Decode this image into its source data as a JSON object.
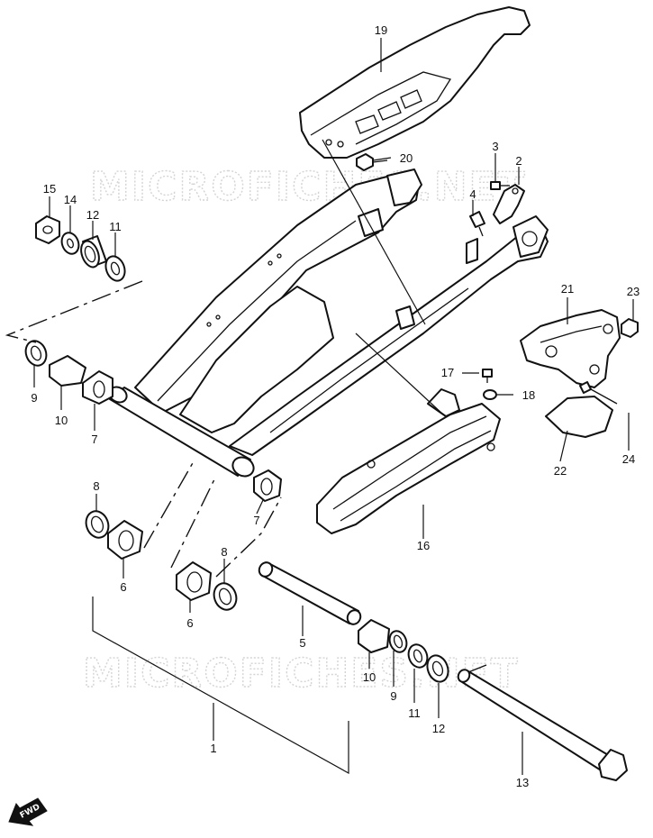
{
  "watermark": "MICROFICHES.NET",
  "fwd_label": "FWD",
  "callouts": [
    {
      "id": "c1",
      "label": "1"
    },
    {
      "id": "c2",
      "label": "2"
    },
    {
      "id": "c3",
      "label": "3"
    },
    {
      "id": "c4",
      "label": "4"
    },
    {
      "id": "c5",
      "label": "5"
    },
    {
      "id": "c6a",
      "label": "6"
    },
    {
      "id": "c6b",
      "label": "6"
    },
    {
      "id": "c7a",
      "label": "7"
    },
    {
      "id": "c7b",
      "label": "7"
    },
    {
      "id": "c8a",
      "label": "8"
    },
    {
      "id": "c8b",
      "label": "8"
    },
    {
      "id": "c9a",
      "label": "9"
    },
    {
      "id": "c9b",
      "label": "9"
    },
    {
      "id": "c10a",
      "label": "10"
    },
    {
      "id": "c10b",
      "label": "10"
    },
    {
      "id": "c11a",
      "label": "11"
    },
    {
      "id": "c11b",
      "label": "11"
    },
    {
      "id": "c12a",
      "label": "12"
    },
    {
      "id": "c12b",
      "label": "12"
    },
    {
      "id": "c13",
      "label": "13"
    },
    {
      "id": "c14",
      "label": "14"
    },
    {
      "id": "c15",
      "label": "15"
    },
    {
      "id": "c16",
      "label": "16"
    },
    {
      "id": "c17",
      "label": "17"
    },
    {
      "id": "c18",
      "label": "18"
    },
    {
      "id": "c19",
      "label": "19"
    },
    {
      "id": "c20",
      "label": "20"
    },
    {
      "id": "c21",
      "label": "21"
    },
    {
      "id": "c22",
      "label": "22"
    },
    {
      "id": "c23",
      "label": "23"
    },
    {
      "id": "c24",
      "label": "24"
    }
  ]
}
